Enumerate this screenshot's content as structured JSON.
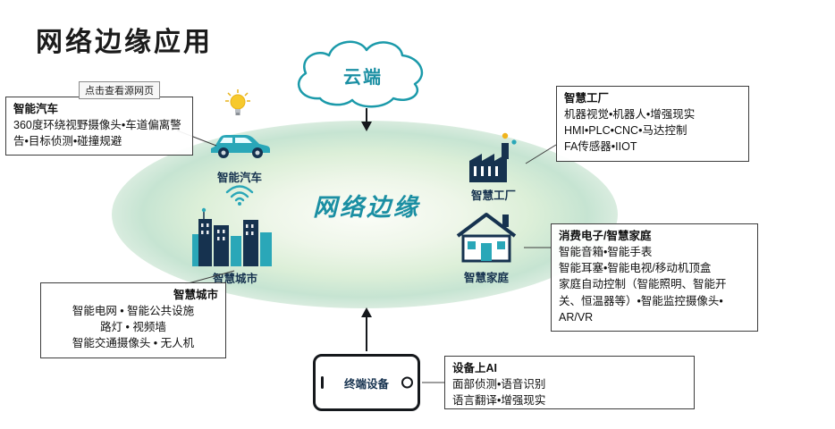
{
  "colors": {
    "teal_accent": "#1b9aaa",
    "navy": "#16324f",
    "ellipse_green": "#d9edd6",
    "bulb_yellow": "#f7c92c",
    "ink": "#15181c"
  },
  "header": {
    "title": "网络边缘应用",
    "source_badge": "点击查看源网页"
  },
  "cloud": {
    "label": "云端"
  },
  "edge_zone": {
    "label": "网络边缘"
  },
  "nodes": {
    "car": {
      "label": "智能汽车"
    },
    "factory": {
      "label": "智慧工厂"
    },
    "city": {
      "label": "智慧城市"
    },
    "home": {
      "label": "智慧家庭"
    },
    "device": {
      "label": "终端设备"
    }
  },
  "notes": {
    "car": {
      "title": "智能汽车",
      "lines": [
        "360度环绕视野摄像头•车道偏离警",
        "告•目标侦测•碰撞规避"
      ]
    },
    "factory": {
      "title": "智慧工厂",
      "lines": [
        "机器视觉•机器人•增强现实",
        "HMI•PLC•CNC•马达控制",
        "FA传感器•IIOT"
      ]
    },
    "home": {
      "title": "消费电子/智慧家庭",
      "lines": [
        "智能音箱•智能手表",
        "智能耳塞•智能电视/移动机顶盒",
        "家庭自动控制（智能照明、智能开",
        "关、恒温器等）•智能监控摄像头•",
        "AR/VR"
      ]
    },
    "city": {
      "title": "智慧城市",
      "lines": [
        "智能电网 • 智能公共设施",
        "路灯 • 视频墙",
        "智能交通摄像头 • 无人机"
      ]
    },
    "device_ai": {
      "title": "设备上AI",
      "lines": [
        "面部侦测•语音识别",
        "语言翻译•增强现实"
      ]
    }
  }
}
